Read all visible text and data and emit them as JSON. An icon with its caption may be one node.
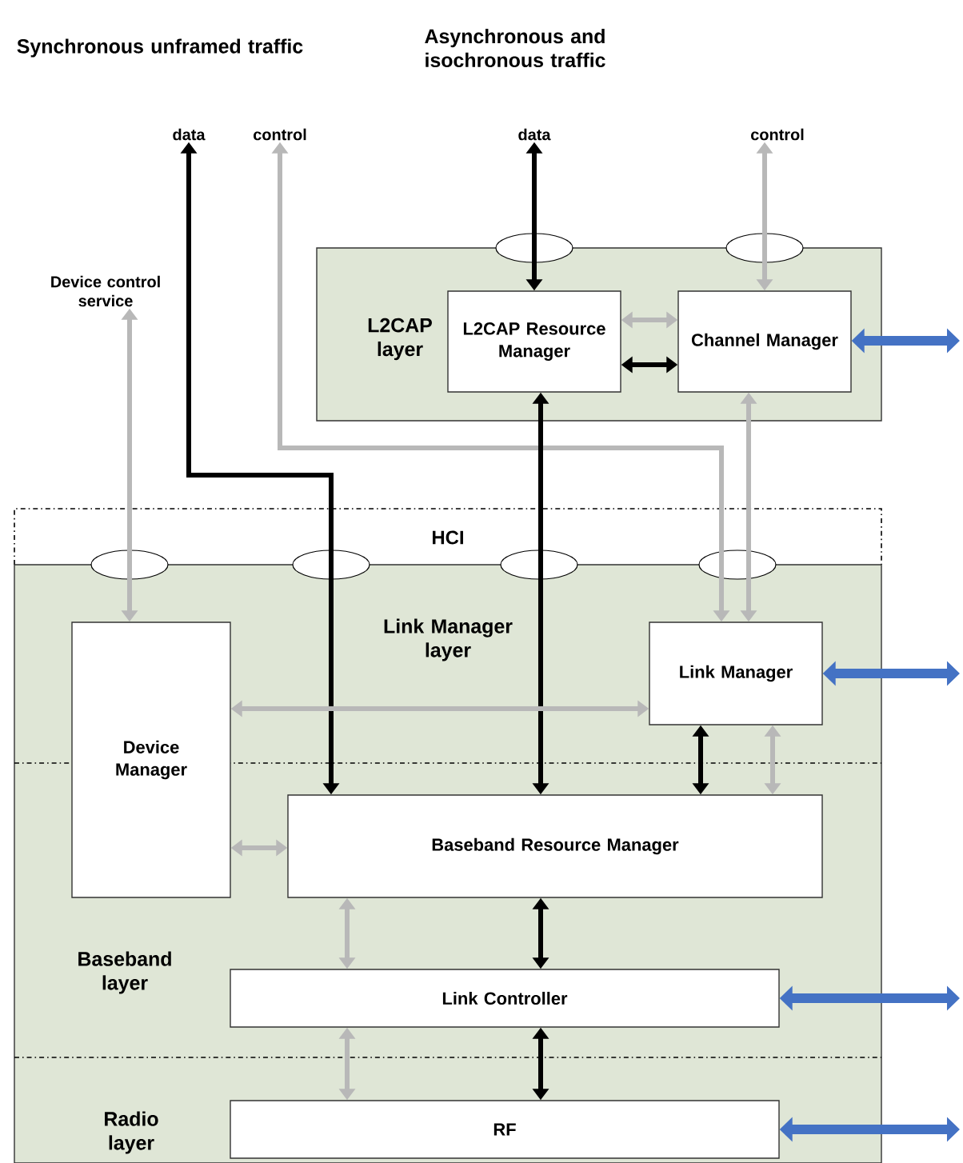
{
  "diagram": {
    "nodes": [
      {
        "text": [
          "data"
        ]
      },
      {
        "text": [
          "control"
        ]
      },
      {
        "text": [
          "data"
        ]
      },
      {
        "text": [
          "control"
        ]
      },
      {
        "text": [
          "Device control service"
        ]
      },
      {
        "text": [
          "L2CAP layer"
        ]
      },
      {
        "text": [
          "L2CAP Resource Manager"
        ],
        "in": 5
      },
      {
        "text": [
          "Channel Manager"
        ],
        "in": 5
      },
      {
        "text": [
          "Link Manager layer",
          "Baseband layer",
          "Radio layer"
        ]
      },
      {
        "text": [
          "Device Manager"
        ],
        "in": 8
      },
      {
        "text": [
          "Link Manager"
        ],
        "in": 8
      },
      {
        "text": [
          "Baseband Resource Manager"
        ],
        "in": 8
      },
      {
        "text": [
          "Link Controller"
        ],
        "in": 8
      },
      {
        "text": [
          "RF"
        ],
        "in": 8
      }
    ],
    "edges": [
      {
        "from": 11,
        "to": 0,
        "arrow": "both",
        "color": "#000000"
      },
      {
        "from": 10,
        "to": 1,
        "arrow": "both"
      },
      {
        "from": 6,
        "to": 2,
        "arrow": "both",
        "color": "#000000"
      },
      {
        "from": 7,
        "to": 3,
        "arrow": "both"
      },
      {
        "from": 6,
        "to": 7,
        "arrow": "both"
      },
      {
        "from": 6,
        "to": 7,
        "arrow": "both",
        "color": "#000000"
      },
      {
        "from": 11,
        "to": 6,
        "arrow": "both",
        "color": "#000000"
      },
      {
        "from": 10,
        "to": 7,
        "arrow": "both"
      },
      {
        "from": 9,
        "to": 4,
        "arrow": "both"
      },
      {
        "from": 9,
        "to": 10,
        "arrow": "both"
      },
      {
        "from": 9,
        "to": 11,
        "arrow": "both"
      },
      {
        "from": 11,
        "to": 10,
        "arrow": "both",
        "color": "#000000"
      },
      {
        "from": 11,
        "to": 10,
        "arrow": "both"
      },
      {
        "from": 12,
        "to": 11,
        "arrow": "both"
      },
      {
        "from": 12,
        "to": 11,
        "arrow": "both",
        "color": "#000000"
      },
      {
        "from": 13,
        "to": 12,
        "arrow": "both"
      },
      {
        "from": 13,
        "to": 12,
        "arrow": "both",
        "color": "#000000"
      },
      {
        "from": 7,
        "to": null,
        "arrow": "both",
        "style": "thick",
        "color": "#4472c4"
      },
      {
        "from": 10,
        "to": null,
        "arrow": "both",
        "style": "thick",
        "color": "#4472c4"
      },
      {
        "from": 12,
        "to": null,
        "arrow": "both",
        "style": "thick",
        "color": "#4472c4"
      },
      {
        "from": 13,
        "to": null,
        "arrow": "both",
        "style": "thick",
        "color": "#4472c4"
      }
    ],
    "labels": [
      "Synchronous unframed traffic",
      "Asynchronous and isochronous traffic",
      "HCI"
    ]
  }
}
